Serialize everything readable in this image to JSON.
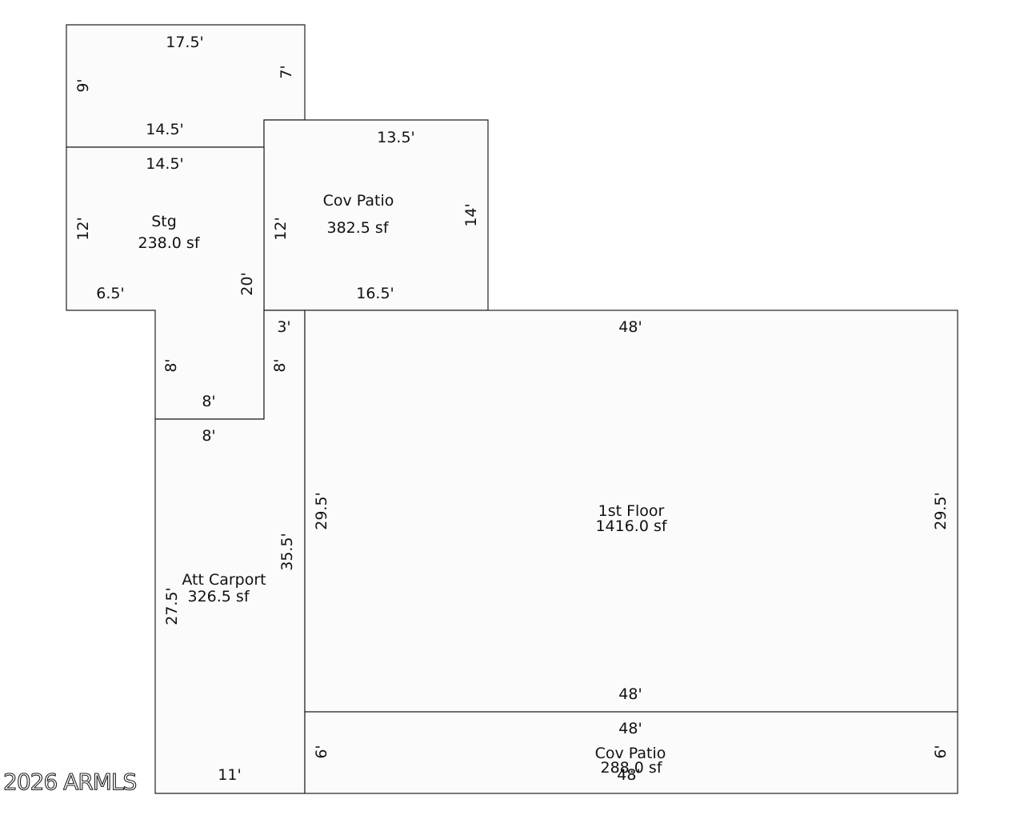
{
  "rooms": {
    "storage": {
      "name": "Stg",
      "area": "238.0 sf"
    },
    "cov_patio_top": {
      "name": "Cov Patio",
      "area": "382.5 sf"
    },
    "first_floor": {
      "name": "1st Floor",
      "area": "1416.0 sf"
    },
    "att_carport": {
      "name": "Att Carport",
      "area": "326.5 sf"
    },
    "cov_patio_bottom": {
      "name": "Cov Patio",
      "area": "288.0 sf"
    }
  },
  "dimensions": {
    "top_width": "17.5'",
    "top_right_height": "7'",
    "top_left_height": "9'",
    "top_lower_width": "14.5'",
    "patio_top_width": "13.5'",
    "stg_top_width": "14.5'",
    "stg_left_height": "12'",
    "patio_left_height": "12'",
    "patio_right_height": "14'",
    "stg_step_width": "6.5'",
    "stg_right_height": "20'",
    "patio_bottom_width": "16.5'",
    "gap_width": "3'",
    "stg_lower_left_height": "8'",
    "gap_height": "8'",
    "stg_bottom_width": "8'",
    "carport_top_width": "8'",
    "floor_top_width": "48'",
    "floor_left_height": "29.5'",
    "floor_right_height": "29.5'",
    "carport_right_height": "35.5'",
    "carport_left_height": "27.5'",
    "floor_bottom_width": "48'",
    "patio2_top_width": "48'",
    "patio2_left_height": "6'",
    "patio2_right_height": "6'",
    "patio2_bottom_width": "48'",
    "carport_bottom_width": "11'"
  },
  "watermark": "2026 ARMLS"
}
